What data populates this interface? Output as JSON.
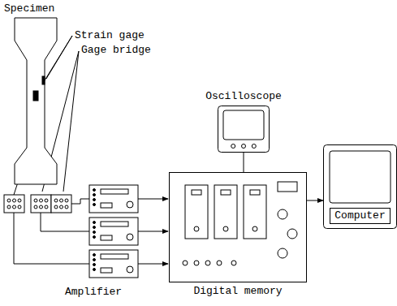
{
  "diagram": {
    "nodes": [
      {
        "text": [
          "Specimen"
        ]
      },
      {
        "text": [
          "Oscilloscope"
        ]
      },
      {
        "text": [
          "Digital memory"
        ]
      },
      {
        "text": [
          "Computer"
        ]
      }
    ],
    "edges": [
      {
        "from": 2,
        "to": 1,
        "arrow": "none"
      },
      {
        "from": 2,
        "to": 3,
        "arrow": "to"
      }
    ],
    "labels": [
      "Strain gage",
      "Gage bridge",
      "Amplifier"
    ]
  }
}
